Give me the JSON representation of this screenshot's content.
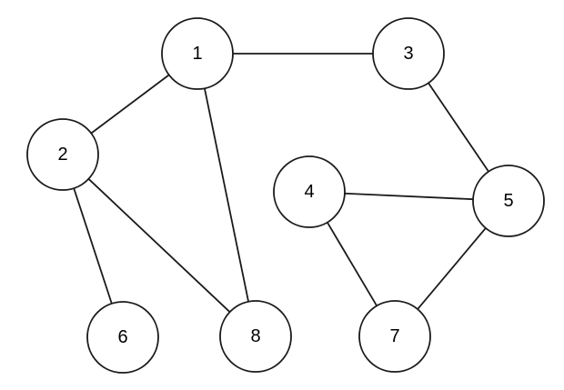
{
  "graph": {
    "colors": {
      "stroke": "#1a1a1a",
      "node_fill": "#ffffff",
      "label": "#000000",
      "background": "#ffffff"
    },
    "nodes": [
      {
        "id": "1",
        "label": "1"
      },
      {
        "id": "2",
        "label": "2"
      },
      {
        "id": "3",
        "label": "3"
      },
      {
        "id": "4",
        "label": "4"
      },
      {
        "id": "5",
        "label": "5"
      },
      {
        "id": "6",
        "label": "6"
      },
      {
        "id": "7",
        "label": "7"
      },
      {
        "id": "8",
        "label": "8"
      }
    ],
    "edges": [
      {
        "from": "1",
        "to": "2"
      },
      {
        "from": "1",
        "to": "3"
      },
      {
        "from": "1",
        "to": "8"
      },
      {
        "from": "2",
        "to": "6"
      },
      {
        "from": "2",
        "to": "8"
      },
      {
        "from": "3",
        "to": "5"
      },
      {
        "from": "4",
        "to": "5"
      },
      {
        "from": "4",
        "to": "7"
      },
      {
        "from": "5",
        "to": "7"
      }
    ]
  }
}
